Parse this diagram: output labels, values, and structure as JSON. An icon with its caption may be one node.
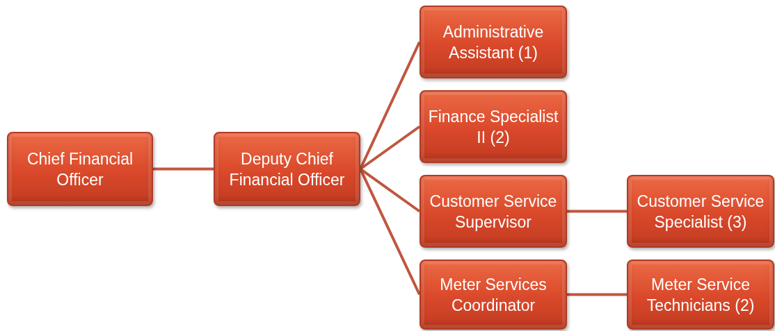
{
  "diagram": {
    "nodes": [
      {
        "text": [
          "Chief Financial Officer"
        ]
      },
      {
        "text": [
          "Deputy Chief Financial Officer"
        ]
      },
      {
        "text": [
          "Administrative Assistant (1)"
        ]
      },
      {
        "text": [
          "Finance Specialist II (2)"
        ]
      },
      {
        "text": [
          "Customer Service Supervisor"
        ]
      },
      {
        "text": [
          "Meter Services Coordinator"
        ]
      },
      {
        "text": [
          "Customer Service Specialist (3)"
        ]
      },
      {
        "text": [
          "Meter Service Technicians (2)"
        ]
      }
    ],
    "edges": [
      {
        "from": 0,
        "to": 1,
        "arrow": "none"
      },
      {
        "from": 1,
        "to": 2,
        "arrow": "none"
      },
      {
        "from": 1,
        "to": 3,
        "arrow": "none"
      },
      {
        "from": 1,
        "to": 4,
        "arrow": "none"
      },
      {
        "from": 1,
        "to": 5,
        "arrow": "none"
      },
      {
        "from": 4,
        "to": 6,
        "arrow": "none"
      },
      {
        "from": 5,
        "to": 7,
        "arrow": "none"
      }
    ]
  }
}
